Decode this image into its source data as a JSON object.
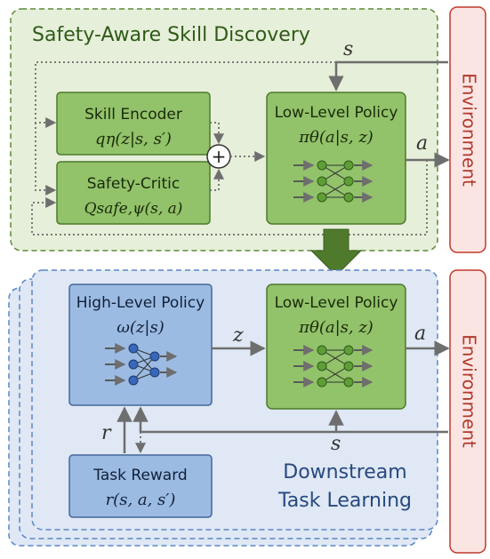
{
  "colors": {
    "green_panel_fill": "#e6efd9",
    "green_panel_stroke": "#5c8a3a",
    "green_box_fill": "#92c26a",
    "green_box_stroke": "#4d7a2c",
    "blue_panel_fill": "#dfe8f4",
    "blue_panel_stroke": "#5b86c8",
    "blue_box_fill": "#9cbbe2",
    "blue_box_stroke": "#46679a",
    "env_fill": "#fbe5e3",
    "env_stroke": "#c0392b",
    "env_text": "#b03a2e",
    "arrow_gray": "#6e6e6e",
    "big_arrow": "#4f7a2c",
    "node_green": "#5f9e37",
    "node_blue": "#3a67b8"
  },
  "top_panel": {
    "title": "Safety-Aware Skill Discovery",
    "skill_encoder": {
      "title": "Skill Encoder",
      "formula": "qη(z|s, s′)"
    },
    "safety_critic": {
      "title": "Safety-Critic",
      "formula": "Qsafe,ψ(s, a)"
    },
    "sum_symbol": "+",
    "low_level_policy": {
      "title": "Low-Level Policy",
      "formula": "πθ(a|s, z)"
    },
    "state_label": "s",
    "action_label": "a",
    "icons": [
      "sum-icon",
      "neural-network-icon"
    ]
  },
  "bottom_panel": {
    "title_line1": "Downstream",
    "title_line2": "Task Learning",
    "high_level_policy": {
      "title": "High-Level Policy",
      "formula": "ω(z|s)"
    },
    "low_level_policy": {
      "title": "Low-Level Policy",
      "formula": "πθ(a|s, z)"
    },
    "task_reward": {
      "title": "Task Reward",
      "formula": "r(s, a, s′)"
    },
    "skill_label": "z",
    "action_label": "a",
    "state_label": "s",
    "reward_label": "r",
    "icons": [
      "neural-network-icon"
    ]
  },
  "environment_top": "Environment",
  "environment_bottom": "Environment"
}
